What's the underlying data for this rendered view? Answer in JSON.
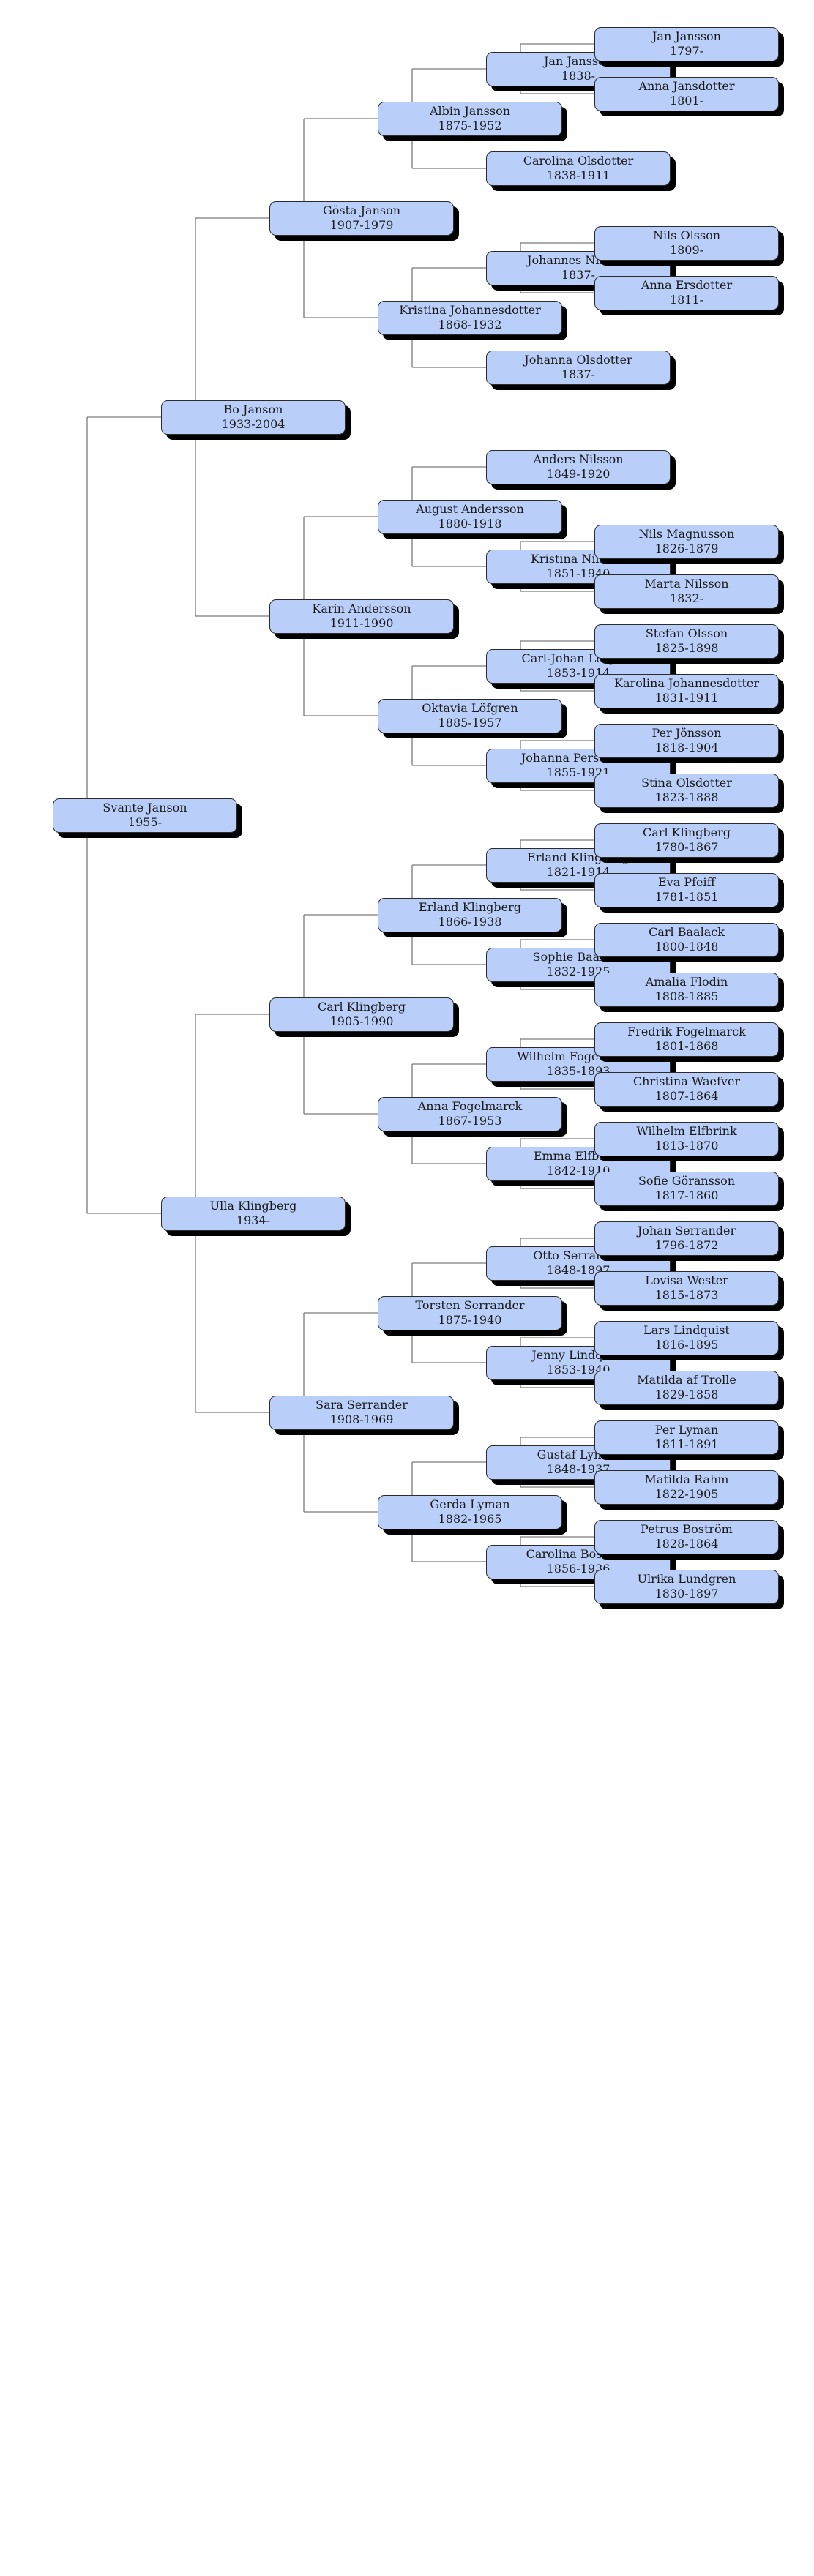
{
  "colors": {
    "box_fill": "#b9cff9",
    "box_border": "#2b2b2b",
    "shadow": "#000000",
    "connector": "#7a7a7a"
  },
  "tree": {
    "name": "Svante Janson",
    "years": "1955-",
    "father": {
      "name": "Bo Janson",
      "years": "1933-2004",
      "father": {
        "name": "Gösta Janson",
        "years": "1907-1979",
        "father": {
          "name": "Albin Jansson",
          "years": "1875-1952",
          "father": {
            "name": "Jan Jansson",
            "years": "1838-",
            "father": {
              "name": "Jan Jansson",
              "years": "1797-"
            },
            "mother": {
              "name": "Anna Jansdotter",
              "years": "1801-"
            }
          },
          "mother": {
            "name": "Carolina Olsdotter",
            "years": "1838-1911"
          }
        },
        "mother": {
          "name": "Kristina Johannesdotter",
          "years": "1868-1932",
          "father": {
            "name": "Johannes Nilsson",
            "years": "1837-",
            "father": {
              "name": "Nils Olsson",
              "years": "1809-"
            },
            "mother": {
              "name": "Anna Ersdotter",
              "years": "1811-"
            }
          },
          "mother": {
            "name": "Johanna Olsdotter",
            "years": "1837-"
          }
        }
      },
      "mother": {
        "name": "Karin Andersson",
        "years": "1911-1990",
        "father": {
          "name": "August Andersson",
          "years": "1880-1918",
          "father": {
            "name": "Anders Nilsson",
            "years": "1849-1920"
          },
          "mother": {
            "name": "Kristina Nilsson",
            "years": "1851-1940",
            "father": {
              "name": "Nils Magnusson",
              "years": "1826-1879"
            },
            "mother": {
              "name": "Marta Nilsson",
              "years": "1832-"
            }
          }
        },
        "mother": {
          "name": "Oktavia Löfgren",
          "years": "1885-1957",
          "father": {
            "name": "Carl-Johan Löfgren",
            "years": "1853-1914",
            "father": {
              "name": "Stefan Olsson",
              "years": "1825-1898"
            },
            "mother": {
              "name": "Karolina Johannesdotter",
              "years": "1831-1911"
            }
          },
          "mother": {
            "name": "Johanna Persdotter",
            "years": "1855-1921",
            "father": {
              "name": "Per Jönsson",
              "years": "1818-1904"
            },
            "mother": {
              "name": "Stina Olsdotter",
              "years": "1823-1888"
            }
          }
        }
      }
    },
    "mother": {
      "name": "Ulla Klingberg",
      "years": "1934-",
      "father": {
        "name": "Carl Klingberg",
        "years": "1905-1990",
        "father": {
          "name": "Erland Klingberg",
          "years": "1866-1938",
          "father": {
            "name": "Erland Klingberg",
            "years": "1821-1914",
            "father": {
              "name": "Carl Klingberg",
              "years": "1780-1867"
            },
            "mother": {
              "name": "Eva Pfeiff",
              "years": "1781-1851"
            }
          },
          "mother": {
            "name": "Sophie Baalack",
            "years": "1832-1925",
            "father": {
              "name": "Carl Baalack",
              "years": "1800-1848"
            },
            "mother": {
              "name": "Amalia Flodin",
              "years": "1808-1885"
            }
          }
        },
        "mother": {
          "name": "Anna Fogelmarck",
          "years": "1867-1953",
          "father": {
            "name": "Wilhelm Fogelmarck",
            "years": "1835-1893",
            "father": {
              "name": "Fredrik Fogelmarck",
              "years": "1801-1868"
            },
            "mother": {
              "name": "Christina Waefver",
              "years": "1807-1864"
            }
          },
          "mother": {
            "name": "Emma Elfbrink",
            "years": "1842-1910",
            "father": {
              "name": "Wilhelm Elfbrink",
              "years": "1813-1870"
            },
            "mother": {
              "name": "Sofie Göransson",
              "years": "1817-1860"
            }
          }
        }
      },
      "mother": {
        "name": "Sara Serrander",
        "years": "1908-1969",
        "father": {
          "name": "Torsten Serrander",
          "years": "1875-1940",
          "father": {
            "name": "Otto Serrander",
            "years": "1848-1897",
            "father": {
              "name": "Johan Serrander",
              "years": "1796-1872"
            },
            "mother": {
              "name": "Lovisa Wester",
              "years": "1815-1873"
            }
          },
          "mother": {
            "name": "Jenny Lindquist",
            "years": "1853-1940",
            "father": {
              "name": "Lars Lindquist",
              "years": "1816-1895"
            },
            "mother": {
              "name": "Matilda af Trolle",
              "years": "1829-1858"
            }
          }
        },
        "mother": {
          "name": "Gerda Lyman",
          "years": "1882-1965",
          "father": {
            "name": "Gustaf Lyman",
            "years": "1848-1937",
            "father": {
              "name": "Per Lyman",
              "years": "1811-1891"
            },
            "mother": {
              "name": "Matilda Rahm",
              "years": "1822-1905"
            }
          },
          "mother": {
            "name": "Carolina Boström",
            "years": "1856-1936",
            "father": {
              "name": "Petrus Boström",
              "years": "1828-1864"
            },
            "mother": {
              "name": "Ulrika Lundgren",
              "years": "1830-1897"
            }
          }
        }
      }
    }
  }
}
